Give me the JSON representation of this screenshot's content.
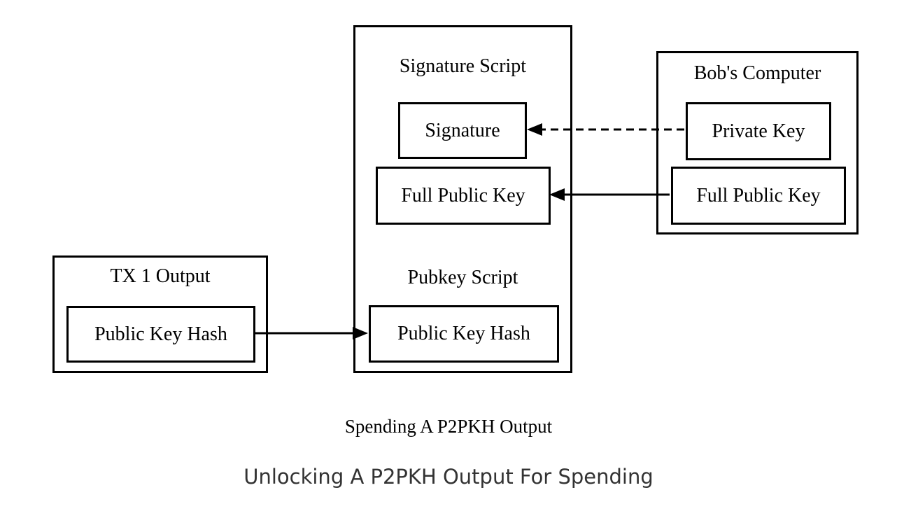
{
  "tx_output": {
    "title": "TX 1 Output",
    "public_key_hash": "Public Key Hash"
  },
  "script_box": {
    "signature_script_title": "Signature Script",
    "signature": "Signature",
    "full_public_key": "Full Public Key",
    "pubkey_script_title": "Pubkey Script",
    "public_key_hash": "Public Key Hash"
  },
  "bobs_computer": {
    "title": "Bob's Computer",
    "private_key": "Private Key",
    "full_public_key": "Full Public Key"
  },
  "diagram_title": "Spending A P2PKH Output",
  "caption": "Unlocking A P2PKH Output For Spending"
}
